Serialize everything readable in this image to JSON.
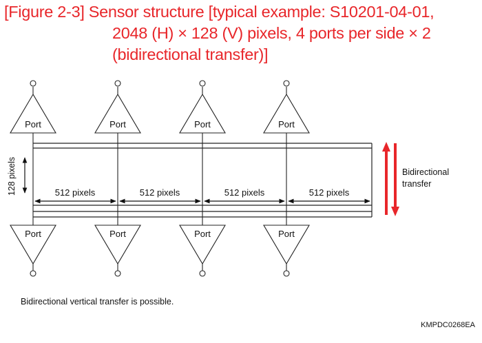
{
  "title": {
    "line1": "[Figure 2-3] Sensor structure [typical example: S10201-04-01,",
    "line2": "2048 (H) × 128 (V) pixels, 4 ports per side × 2",
    "line3": "(bidirectional transfer)]"
  },
  "port_label": "Port",
  "top_ports": [
    "Port",
    "Port",
    "Port",
    "Port"
  ],
  "bottom_ports": [
    "Port",
    "Port",
    "Port",
    "Port"
  ],
  "segments": [
    "512 pixels",
    "512 pixels",
    "512 pixels",
    "512 pixels"
  ],
  "vertical_label": "128 pixels",
  "transfer_label": {
    "line1": "Bidirectional",
    "line2": "transfer"
  },
  "transfer_arrow_color": "#e8262a",
  "note": "Bidirectional vertical transfer is possible.",
  "code": "KMPDC0268EA"
}
